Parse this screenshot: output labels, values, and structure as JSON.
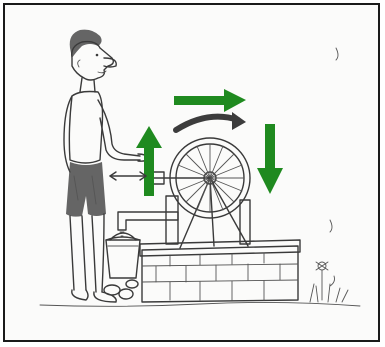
{
  "illustration": {
    "subject": "",
    "colors": {
      "arrow": "#1f8a1f",
      "rotation_arrow": "#3c3c3c",
      "frame_border": "#1a1a1a",
      "ink": "#3a3a3a"
    },
    "icons": [
      "up-arrow",
      "right-arrow",
      "down-arrow",
      "curved-rotation-arrow",
      "double-headed-arrow"
    ]
  }
}
